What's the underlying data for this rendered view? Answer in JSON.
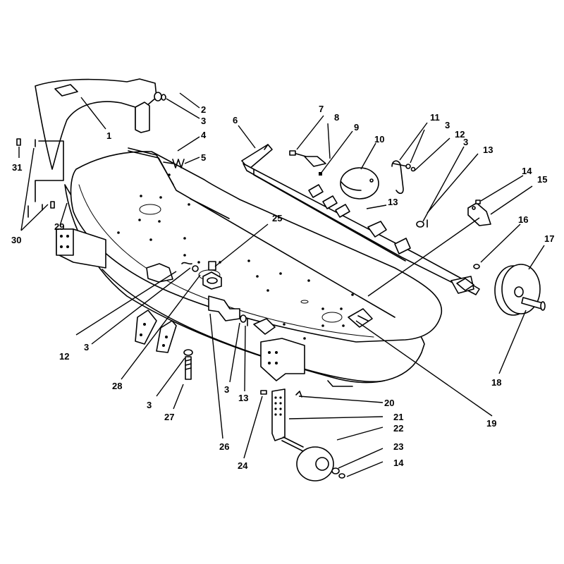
{
  "callouts": [
    {
      "id": "c1",
      "text": "1"
    },
    {
      "id": "c2",
      "text": "2"
    },
    {
      "id": "c3a",
      "text": "3"
    },
    {
      "id": "c4",
      "text": "4"
    },
    {
      "id": "c5",
      "text": "5"
    },
    {
      "id": "c6",
      "text": "6"
    },
    {
      "id": "c7",
      "text": "7"
    },
    {
      "id": "c8",
      "text": "8"
    },
    {
      "id": "c9",
      "text": "9"
    },
    {
      "id": "c10",
      "text": "10"
    },
    {
      "id": "c11",
      "text": "11"
    },
    {
      "id": "c3b",
      "text": "3"
    },
    {
      "id": "c12a",
      "text": "12"
    },
    {
      "id": "c3c",
      "text": "3"
    },
    {
      "id": "c13a",
      "text": "13"
    },
    {
      "id": "c13b",
      "text": "13"
    },
    {
      "id": "c14a",
      "text": "14"
    },
    {
      "id": "c15",
      "text": "15"
    },
    {
      "id": "c16",
      "text": "16"
    },
    {
      "id": "c17",
      "text": "17"
    },
    {
      "id": "c18",
      "text": "18"
    },
    {
      "id": "c19",
      "text": "19"
    },
    {
      "id": "c20",
      "text": "20"
    },
    {
      "id": "c21",
      "text": "21"
    },
    {
      "id": "c22",
      "text": "22"
    },
    {
      "id": "c23",
      "text": "23"
    },
    {
      "id": "c14b",
      "text": "14"
    },
    {
      "id": "c24",
      "text": "24"
    },
    {
      "id": "c26",
      "text": "26"
    },
    {
      "id": "c13c",
      "text": "13"
    },
    {
      "id": "c3d",
      "text": "3"
    },
    {
      "id": "c27",
      "text": "27"
    },
    {
      "id": "c3e",
      "text": "3"
    },
    {
      "id": "c28",
      "text": "28"
    },
    {
      "id": "c3f",
      "text": "3"
    },
    {
      "id": "c12b",
      "text": "12"
    },
    {
      "id": "c25",
      "text": "25"
    },
    {
      "id": "c29",
      "text": "29"
    },
    {
      "id": "c30",
      "text": "30"
    },
    {
      "id": "c31",
      "text": "31"
    }
  ]
}
